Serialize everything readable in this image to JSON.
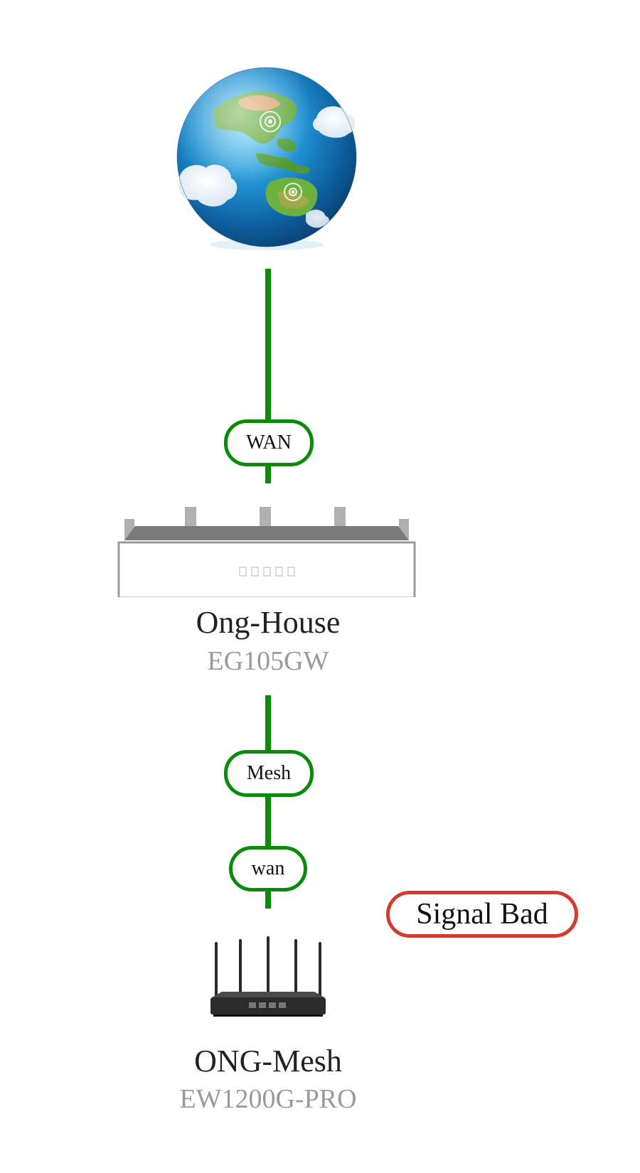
{
  "topology": {
    "internet": {
      "icon": "globe-icon"
    },
    "links": {
      "wan_label": "WAN",
      "mesh_label": "Mesh",
      "mesh_wan_label": "wan",
      "color": "#0a8a0a"
    },
    "gateway": {
      "icon": "gateway-device-icon",
      "name": "Ong-House",
      "model": "EG105GW"
    },
    "mesh_node": {
      "icon": "wireless-router-icon",
      "name": "ONG-Mesh",
      "model": "EW1200G-PRO",
      "status": "Signal Bad",
      "status_color": "#d63a2f"
    }
  }
}
